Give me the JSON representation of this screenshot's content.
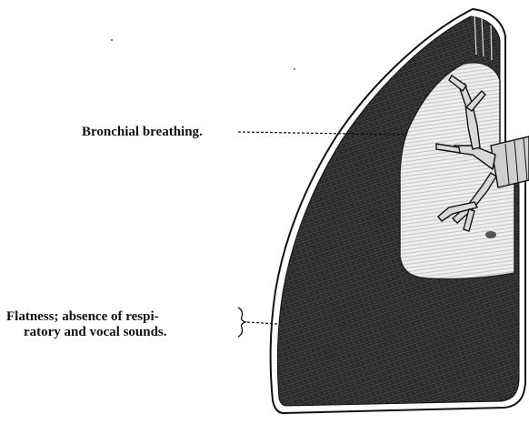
{
  "labels": {
    "bronchial": "Bronchial breathing.",
    "flatness_line1": "Flatness; absence of respi-",
    "flatness_line2": "ratory and vocal sounds."
  },
  "colors": {
    "lung_fill": "#2a2a2a",
    "airless_region": "#e4e4e4",
    "ink": "#111111",
    "background": "#ffffff"
  },
  "icons": {
    "lung": "lung-illustration",
    "bronchi": "bronchial-tree",
    "brace": "curly-brace"
  }
}
